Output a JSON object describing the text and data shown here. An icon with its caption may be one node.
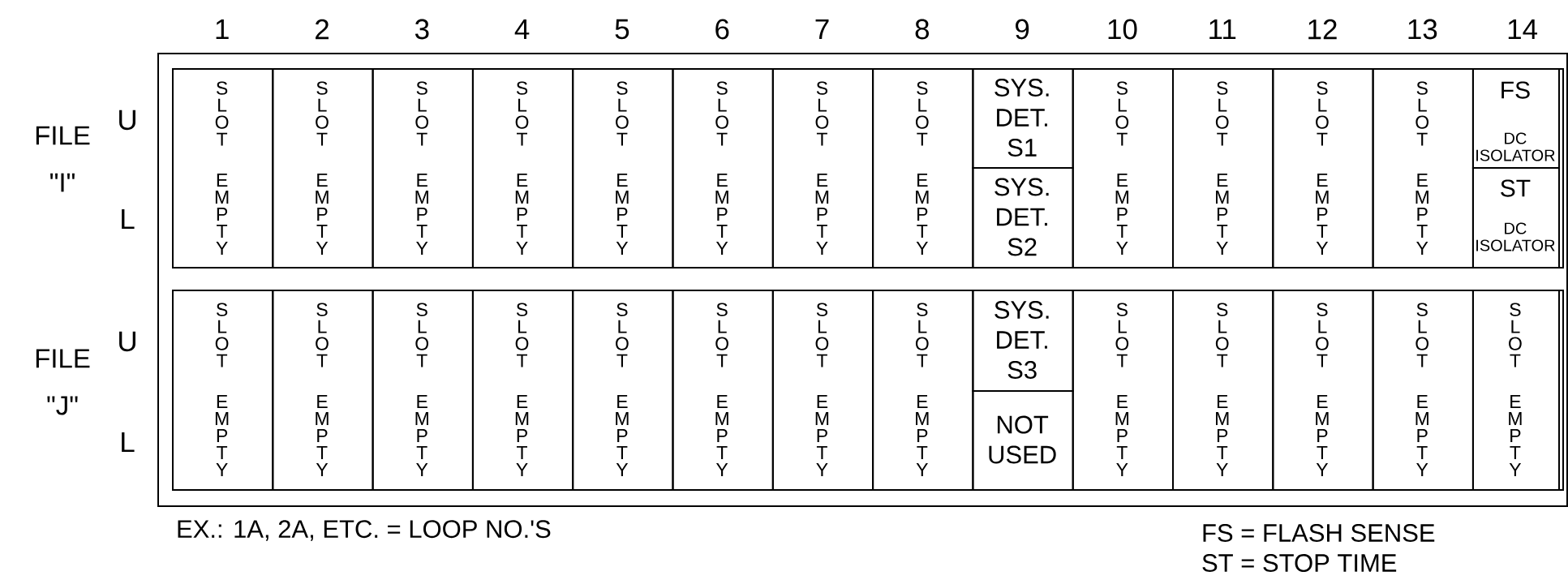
{
  "diagram": {
    "nodes": [
      {
        "text": [],
        "shape": "box"
      },
      {
        "text": [],
        "shape": "box",
        "in": 0
      },
      {
        "text": [],
        "shape": "box",
        "in": 0
      },
      {
        "text": [
          "SLOT",
          "EMPTY"
        ],
        "in": 1
      },
      {
        "text": [
          "SLOT",
          "EMPTY"
        ],
        "in": 1
      },
      {
        "text": [
          "SLOT",
          "EMPTY"
        ],
        "in": 1
      },
      {
        "text": [
          "SLOT",
          "EMPTY"
        ],
        "in": 1
      },
      {
        "text": [
          "SLOT",
          "EMPTY"
        ],
        "in": 1
      },
      {
        "text": [
          "SLOT",
          "EMPTY"
        ],
        "in": 1
      },
      {
        "text": [
          "SLOT",
          "EMPTY"
        ],
        "in": 1
      },
      {
        "text": [
          "SLOT",
          "EMPTY"
        ],
        "in": 1
      },
      {
        "text": [
          "SYS. DET. S1"
        ],
        "in": 1
      },
      {
        "text": [
          "SYS. DET. S2"
        ],
        "in": 1
      },
      {
        "text": [
          "SLOT",
          "EMPTY"
        ],
        "in": 1
      },
      {
        "text": [
          "SLOT",
          "EMPTY"
        ],
        "in": 1
      },
      {
        "text": [
          "SLOT",
          "EMPTY"
        ],
        "in": 1
      },
      {
        "text": [
          "SLOT",
          "EMPTY"
        ],
        "in": 1
      },
      {
        "text": [
          "FS",
          "DC ISOLATOR"
        ],
        "in": 1
      },
      {
        "text": [
          "ST",
          "DC ISOLATOR"
        ],
        "in": 1
      },
      {
        "text": [
          "SLOT",
          "EMPTY"
        ],
        "in": 2
      },
      {
        "text": [
          "SLOT",
          "EMPTY"
        ],
        "in": 2
      },
      {
        "text": [
          "SLOT",
          "EMPTY"
        ],
        "in": 2
      },
      {
        "text": [
          "SLOT",
          "EMPTY"
        ],
        "in": 2
      },
      {
        "text": [
          "SLOT",
          "EMPTY"
        ],
        "in": 2
      },
      {
        "text": [
          "SLOT",
          "EMPTY"
        ],
        "in": 2
      },
      {
        "text": [
          "SLOT",
          "EMPTY"
        ],
        "in": 2
      },
      {
        "text": [
          "SLOT",
          "EMPTY"
        ],
        "in": 2
      },
      {
        "text": [
          "SYS. DET. S3"
        ],
        "in": 2
      },
      {
        "text": [
          "NOT USED"
        ],
        "in": 2
      },
      {
        "text": [
          "SLOT",
          "EMPTY"
        ],
        "in": 2
      },
      {
        "text": [
          "SLOT",
          "EMPTY"
        ],
        "in": 2
      },
      {
        "text": [
          "SLOT",
          "EMPTY"
        ],
        "in": 2
      },
      {
        "text": [
          "SLOT",
          "EMPTY"
        ],
        "in": 2
      },
      {
        "text": [
          "SLOT",
          "EMPTY"
        ],
        "in": 2
      }
    ],
    "labels": [
      "1",
      "2",
      "3",
      "4",
      "5",
      "6",
      "7",
      "8",
      "9",
      "10",
      "11",
      "12",
      "13",
      "14",
      "FILE \"I\"",
      "U",
      "L",
      "FILE \"J\"",
      "U",
      "L",
      "EX.: 1A, 2A, ETC. = LOOP NO.'S",
      "FS = FLASH SENSE",
      "ST = STOP TIME"
    ]
  }
}
